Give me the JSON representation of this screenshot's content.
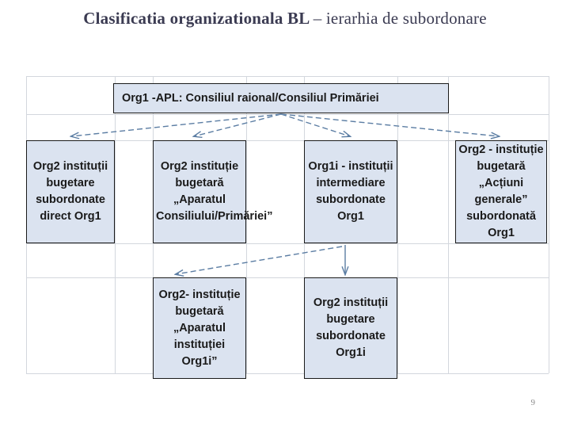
{
  "slide": {
    "title_strong": "Clasificatia organizationala BL ",
    "title_rest": "– ierarhia de subordonare",
    "page_number": "9"
  },
  "colors": {
    "node_fill": "#dbe3f0",
    "node_border": "#1a1a1a",
    "grid_line": "#d3d7dd",
    "arrow": "#5b7da3",
    "title_text": "#3b3b52",
    "page_number_text": "#8a8a8a"
  },
  "diagram": {
    "type": "organizational-hierarchy",
    "nodes": [
      {
        "id": "root",
        "level": 1,
        "label": "Org1 -APL: Consiliul raional/Consiliul Primăriei"
      },
      {
        "id": "direct",
        "level": 2,
        "label": "Org2 instituții bugetare subordonate direct Org1"
      },
      {
        "id": "aparat",
        "level": 2,
        "label": "Org2 instituție bugetară „Aparatul Consiliului/Primăriei”"
      },
      {
        "id": "interm",
        "level": 2,
        "label": "Org1i - instituții intermediare subordonate Org1"
      },
      {
        "id": "actiuni",
        "level": 2,
        "label": "Org2 - instituție bugetară „Acțiuni generale” subordonată Org1"
      },
      {
        "id": "aparat-i",
        "level": 3,
        "label": "Org2- instituție bugetară „Aparatul instituției Org1i”"
      },
      {
        "id": "sub-i",
        "level": 3,
        "label": "Org2 instituții bugetare subordonate Org1i"
      }
    ],
    "edges": [
      {
        "from": "root",
        "to": "direct",
        "style": "dashed"
      },
      {
        "from": "root",
        "to": "aparat",
        "style": "dashed"
      },
      {
        "from": "root",
        "to": "interm",
        "style": "dashed"
      },
      {
        "from": "root",
        "to": "actiuni",
        "style": "dashed"
      },
      {
        "from": "interm",
        "to": "aparat-i",
        "style": "dashed"
      },
      {
        "from": "interm",
        "to": "sub-i",
        "style": "solid"
      }
    ]
  }
}
